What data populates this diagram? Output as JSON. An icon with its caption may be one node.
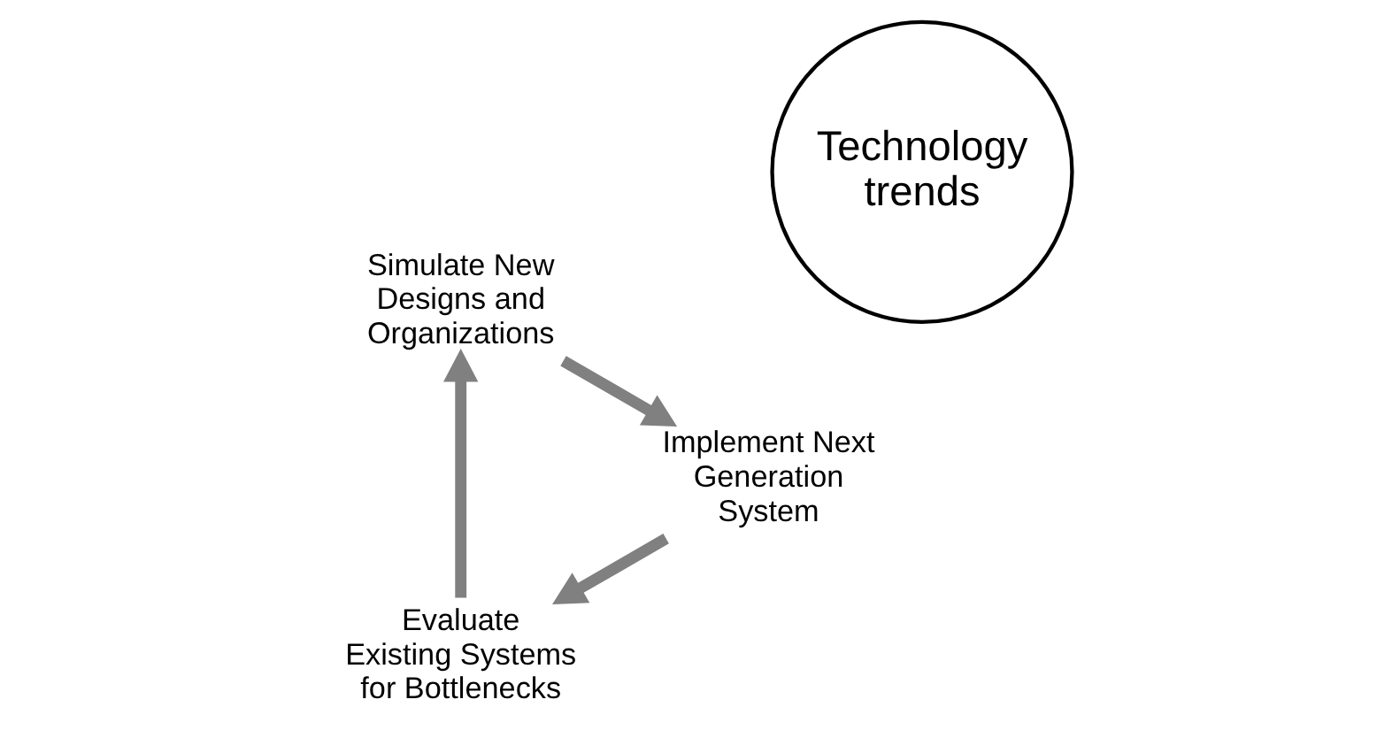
{
  "diagram": {
    "nodes": [
      {
        "text": [
          "Technology trends"
        ]
      },
      {
        "text": [
          "Evaluate Existing Systems for Bottlenecks"
        ]
      },
      {
        "text": [
          "Simulate New Designs and Organizations"
        ]
      },
      {
        "text": [
          "Implement Next Generation System"
        ]
      }
    ],
    "edges": [
      {
        "from": 1,
        "to": 2,
        "arrow": "to"
      },
      {
        "from": 2,
        "to": 3,
        "arrow": "to"
      },
      {
        "from": 3,
        "to": 1,
        "arrow": "to"
      }
    ]
  }
}
